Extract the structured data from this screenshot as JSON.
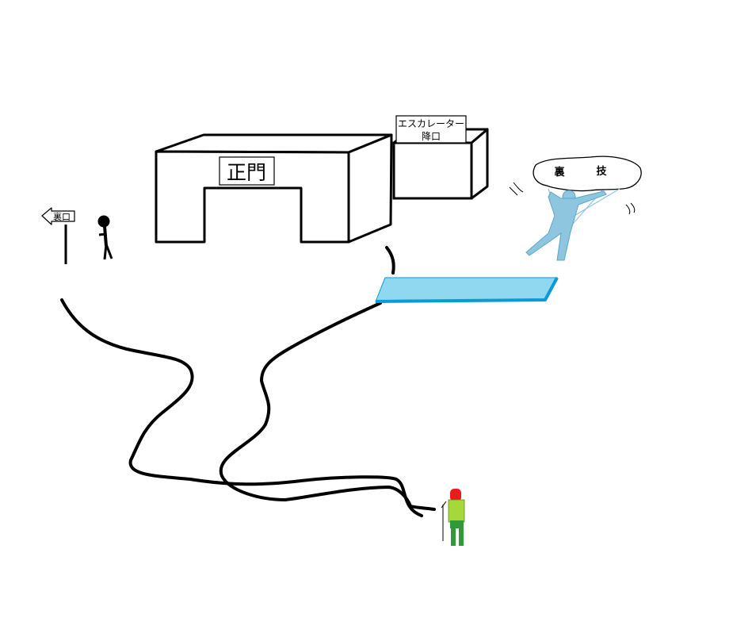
{
  "scene": {
    "gate_sign": "正門",
    "escalator_sign_line1": "エスカレーター",
    "escalator_sign_line2": "降口",
    "back_exit_sign": "裏口",
    "cloud_text_left": "裏",
    "cloud_text_right": "技"
  },
  "colors": {
    "ink": "#000000",
    "water_fill": "#8fd8ef",
    "water_edge": "#0a9ad8",
    "paraglider": "#8ec6e0",
    "hiker_head": "#e81c1c",
    "hiker_pack": "#a6d83a",
    "hiker_body": "#2e9a3a"
  }
}
